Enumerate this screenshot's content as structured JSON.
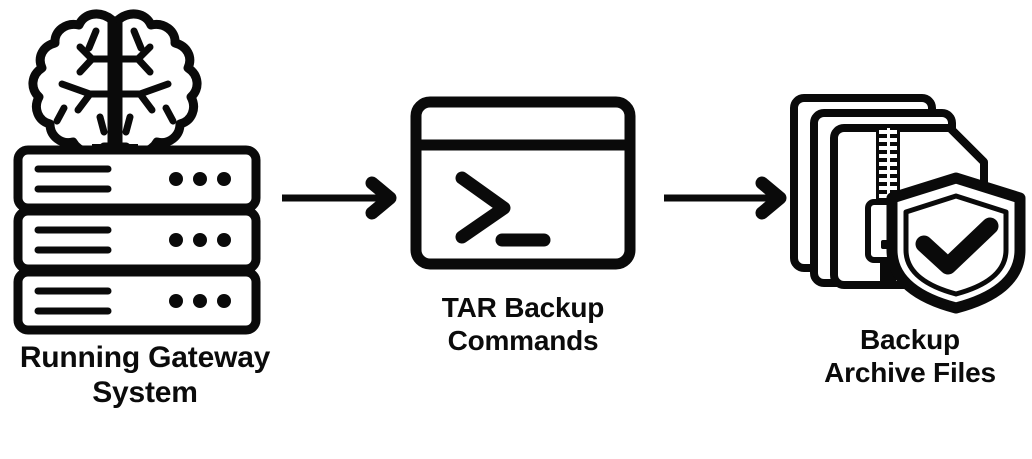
{
  "diagram": {
    "type": "flow",
    "orientation": "left-to-right",
    "background_color": "#ffffff",
    "stroke_color": "#0a0a0a",
    "title": "",
    "nodes": [
      {
        "id": "gateway",
        "label": "Running Gateway\nSystem",
        "label_lines": [
          "Running Gateway",
          "System"
        ],
        "icon": "server-stack-with-brain",
        "icon_parts": [
          "brain",
          "server-rack-unit",
          "server-rack-unit",
          "server-rack-unit"
        ],
        "server_unit_count": 3,
        "server_unit_dots": 3,
        "server_unit_lines": 2
      },
      {
        "id": "commands",
        "label": "TAR Backup\nCommands",
        "label_lines": [
          "TAR Backup",
          "Commands"
        ],
        "icon": "terminal-window",
        "icon_parts": [
          "title-bar",
          "prompt-chevron",
          "prompt-underscore"
        ],
        "prompt_text": ">_"
      },
      {
        "id": "archive",
        "label": "Backup\nArchive Files",
        "label_lines": [
          "Backup",
          "Archive Files"
        ],
        "icon": "zip-archive-stack-with-shield",
        "icon_parts": [
          "document-page",
          "document-page",
          "document-page",
          "zipper",
          "shield-check"
        ],
        "page_count": 3
      }
    ],
    "edges": [
      {
        "id": "edge-1",
        "from": "gateway",
        "to": "commands",
        "marker": "arrow",
        "label": ""
      },
      {
        "id": "edge-2",
        "from": "commands",
        "to": "archive",
        "marker": "arrow",
        "label": ""
      }
    ]
  }
}
